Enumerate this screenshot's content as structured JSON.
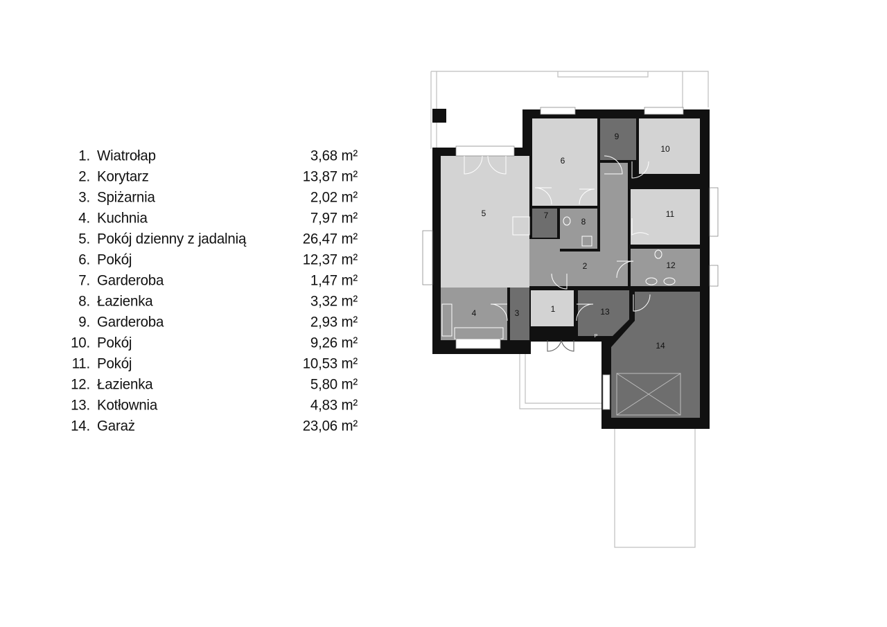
{
  "rooms": [
    {
      "num": "1.",
      "label": "1",
      "name": "Wiatrołap",
      "area": "3,68 m²"
    },
    {
      "num": "2.",
      "label": "2",
      "name": "Korytarz",
      "area": "13,87 m²"
    },
    {
      "num": "3.",
      "label": "3",
      "name": "Spiżarnia",
      "area": "2,02 m²"
    },
    {
      "num": "4.",
      "label": "4",
      "name": "Kuchnia",
      "area": "7,97 m²"
    },
    {
      "num": "5.",
      "label": "5",
      "name": "Pokój dzienny z jadalnią",
      "area": "26,47 m²"
    },
    {
      "num": "6.",
      "label": "6",
      "name": "Pokój",
      "area": "12,37 m²"
    },
    {
      "num": "7.",
      "label": "7",
      "name": "Garderoba",
      "area": "1,47 m²"
    },
    {
      "num": "8.",
      "label": "8",
      "name": "Łazienka",
      "area": "3,32 m²"
    },
    {
      "num": "9.",
      "label": "9",
      "name": "Garderoba",
      "area": "2,93 m²"
    },
    {
      "num": "10.",
      "label": "10",
      "name": "Pokój",
      "area": "9,26 m²"
    },
    {
      "num": "11.",
      "label": "11",
      "name": "Pokój",
      "area": "10,53 m²"
    },
    {
      "num": "12.",
      "label": "12",
      "name": "Łazienka",
      "area": "5,80 m²"
    },
    {
      "num": "13.",
      "label": "13",
      "name": "Kotłownia",
      "area": "4,83 m²"
    },
    {
      "num": "14.",
      "label": "14",
      "name": "Garaż",
      "area": "23,06 m²"
    }
  ],
  "plan_marks": {
    "boiler": "P"
  },
  "colors": {
    "light": "#d3d3d3",
    "mid": "#9a9a9a",
    "dark": "#6e6e6e",
    "wall": "#111111",
    "outline": "#bdbdbd"
  }
}
